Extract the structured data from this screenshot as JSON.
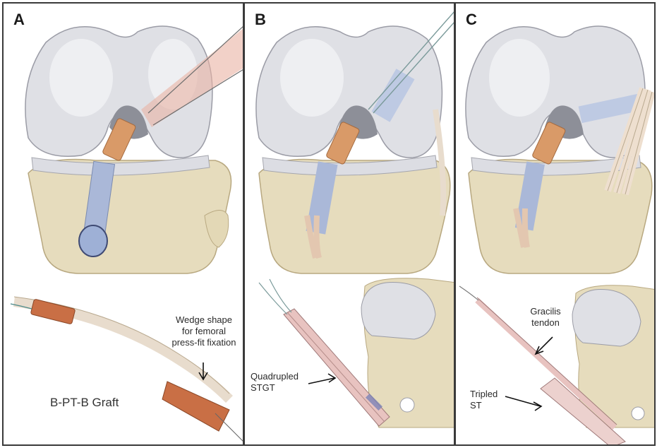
{
  "panels": [
    {
      "letter": "A",
      "graft_title": "B-PT-B Graft",
      "annotation": "Wedge shape\nfor femoral\npress-fit fixation"
    },
    {
      "letter": "B",
      "annotation": "Quadrupled\nSTGT"
    },
    {
      "letter": "C",
      "annotation_top": "Gracilis\ntendon",
      "annotation_bottom": "Tripled\nST"
    }
  ],
  "colors": {
    "bone": "#e6dcbd",
    "bone_shade": "#c9ba93",
    "cartilage": "#d9dadf",
    "graft_blue": "#aab8d8",
    "graft_bone": "#d99a68",
    "tendon": "#eedfcf",
    "border": "#3a3a3a"
  }
}
